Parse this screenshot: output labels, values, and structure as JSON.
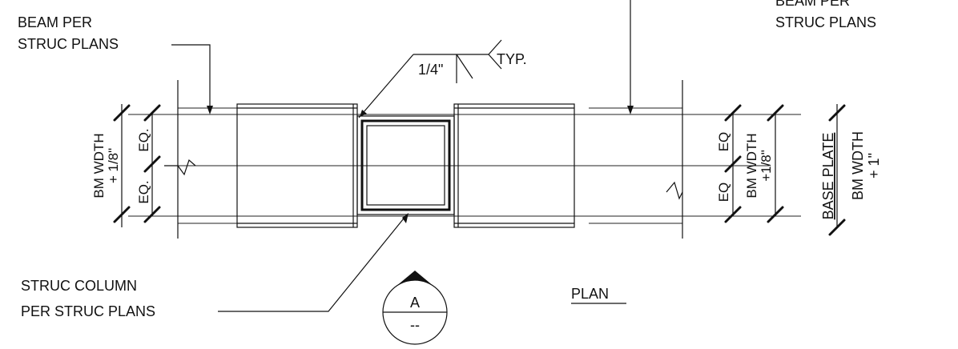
{
  "labels": {
    "beam_left_l1": "BEAM PER",
    "beam_left_l2": "STRUC PLANS",
    "beam_right_l1": "BEAM PER",
    "beam_right_l2": "STRUC PLANS",
    "weld_size": "1/4\"",
    "weld_typ": "TYP.",
    "column_l1": "STRUC COLUMN",
    "column_l2": "PER STRUC PLANS",
    "plan_title": "PLAN"
  },
  "dimensions": {
    "left_bm_l1": "BM WDTH",
    "left_bm_l2": "+ 1/8\"",
    "left_eq_1": "EQ.",
    "left_eq_2": "EQ.",
    "right_eq_1": "EQ",
    "right_eq_2": "EQ",
    "right_bm_l1": "BM WDTH",
    "right_bm_l2": "+1/8\"",
    "base_plate": "BASE PLATE",
    "bp_bm_l1": "BM WDTH",
    "bp_bm_l2": "+ 1\""
  },
  "section_marker": {
    "letter": "A",
    "sheet": "--"
  }
}
